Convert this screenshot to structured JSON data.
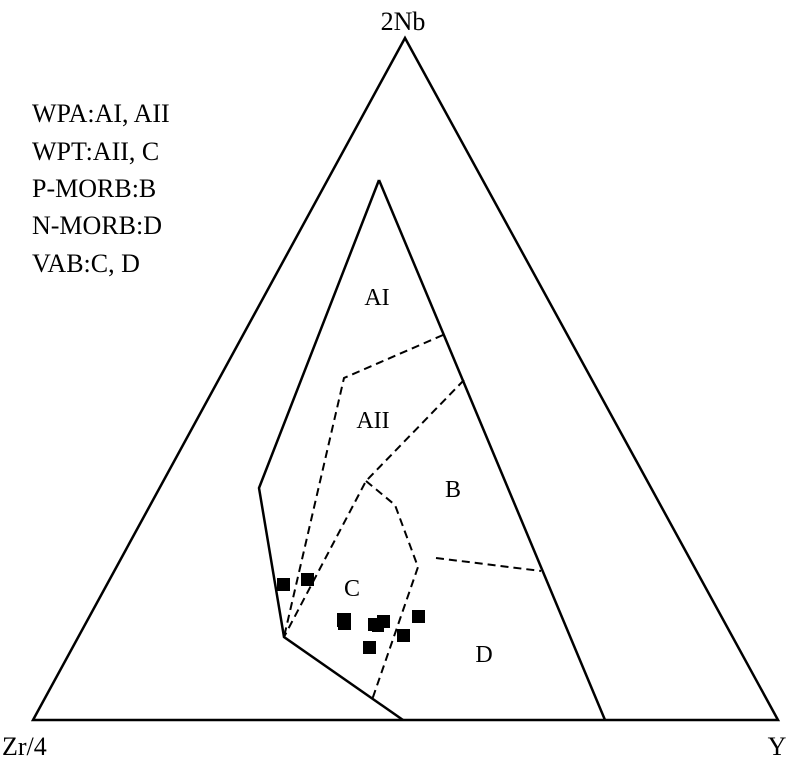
{
  "diagram": {
    "type": "ternary",
    "apices": {
      "top": "2Nb",
      "left": "Zr/4",
      "right": "Y"
    },
    "legend": [
      "WPA:AI, AII",
      "WPT:AII, C",
      "P-MORB:B",
      "N-MORB:D",
      "VAB:C, D"
    ],
    "fields": {
      "AI": "AI",
      "AII": "AII",
      "B": "B",
      "C": "C",
      "D": "D"
    },
    "sample_count": 10,
    "colors": {
      "line": "#000000",
      "marker": "#000000",
      "background": "#ffffff"
    }
  }
}
